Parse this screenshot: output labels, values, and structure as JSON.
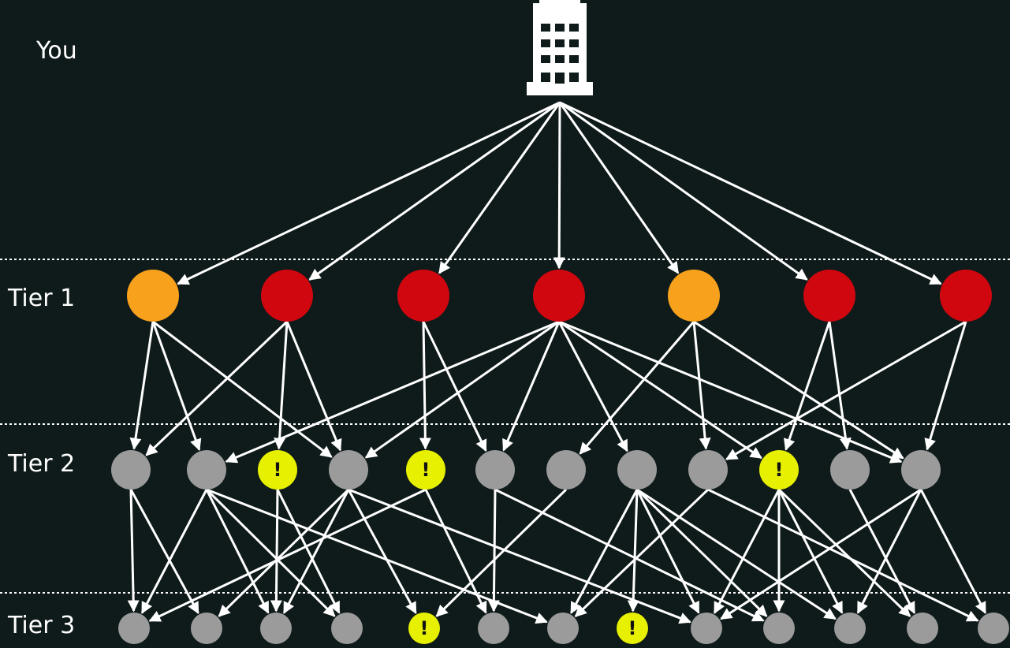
{
  "labels": {
    "you": "You",
    "tier1": "Tier 1",
    "tier2": "Tier 2",
    "tier3": "Tier 3"
  },
  "colors": {
    "background": "#0f1a1a",
    "edge": "#ffffff",
    "divider": "#ffffff",
    "orange": "#f7a11c",
    "red": "#d0070f",
    "grey": "#9b9b9b",
    "alert": "#e6f000"
  },
  "icons": {
    "root": "office-building-icon",
    "alert": "exclamation-icon"
  },
  "alert_mark": "!",
  "tiers": {
    "tier1": [
      "orange",
      "red",
      "red",
      "red",
      "orange",
      "red",
      "red"
    ],
    "tier2": [
      "grey",
      "grey",
      "alert",
      "grey",
      "alert",
      "grey",
      "grey",
      "grey",
      "grey",
      "alert",
      "grey",
      "grey"
    ],
    "tier3": [
      "grey",
      "grey",
      "grey",
      "grey",
      "alert",
      "grey",
      "grey",
      "alert",
      "grey",
      "grey",
      "grey",
      "grey",
      "grey"
    ]
  },
  "edges": {
    "root_to_tier1": [
      0,
      1,
      2,
      3,
      4,
      5,
      6
    ],
    "tier1_to_tier2": [
      [
        0,
        0
      ],
      [
        0,
        1
      ],
      [
        0,
        3
      ],
      [
        1,
        0
      ],
      [
        1,
        2
      ],
      [
        1,
        3
      ],
      [
        2,
        4
      ],
      [
        2,
        5
      ],
      [
        3,
        1
      ],
      [
        3,
        3
      ],
      [
        3,
        5
      ],
      [
        3,
        7
      ],
      [
        3,
        9
      ],
      [
        3,
        11
      ],
      [
        4,
        6
      ],
      [
        4,
        8
      ],
      [
        4,
        11
      ],
      [
        5,
        9
      ],
      [
        5,
        10
      ],
      [
        6,
        8
      ],
      [
        6,
        11
      ]
    ],
    "tier2_to_tier3": [
      [
        0,
        0
      ],
      [
        0,
        1
      ],
      [
        1,
        0
      ],
      [
        1,
        2
      ],
      [
        1,
        3
      ],
      [
        1,
        6
      ],
      [
        2,
        2
      ],
      [
        2,
        3
      ],
      [
        3,
        1
      ],
      [
        3,
        2
      ],
      [
        3,
        4
      ],
      [
        3,
        8
      ],
      [
        4,
        0
      ],
      [
        4,
        5
      ],
      [
        5,
        5
      ],
      [
        5,
        9
      ],
      [
        6,
        4
      ],
      [
        7,
        6
      ],
      [
        7,
        7
      ],
      [
        7,
        8
      ],
      [
        7,
        9
      ],
      [
        7,
        10
      ],
      [
        8,
        6
      ],
      [
        8,
        12
      ],
      [
        9,
        8
      ],
      [
        9,
        9
      ],
      [
        9,
        10
      ],
      [
        9,
        11
      ],
      [
        10,
        11
      ],
      [
        11,
        8
      ],
      [
        11,
        10
      ],
      [
        11,
        12
      ]
    ]
  }
}
